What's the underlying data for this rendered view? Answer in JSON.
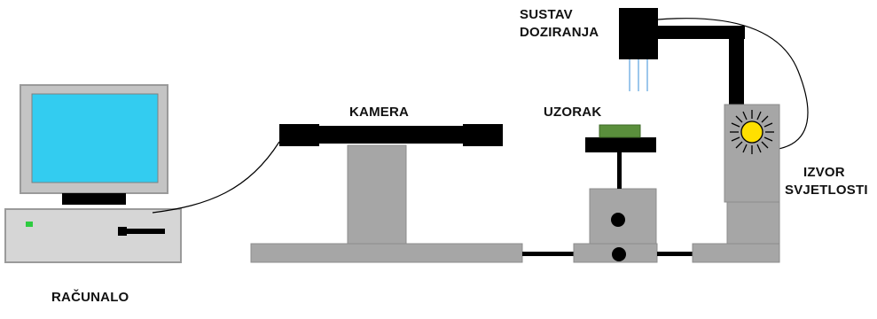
{
  "labels": {
    "dosing_system_line1": "SUSTAV",
    "dosing_system_line2": "DOZIRANJA",
    "camera": "KAMERA",
    "sample": "UZORAK",
    "light_source_line1": "IZVOR",
    "light_source_line2": "SVJETLOSTI",
    "computer": "RAČUNALO"
  },
  "colors": {
    "black": "#000000",
    "gray_block": "#a6a6a6",
    "gray_stroke": "#8c8c8c",
    "monitor_frame": "#c4c4c4",
    "screen": "#33ccf0",
    "sample_green": "#5a8f3c",
    "sun_yellow": "#ffe000",
    "indicator_green": "#2ecc40",
    "needle_blue": "#7bb4e6"
  },
  "icons": {
    "computer": "desktop-computer-icon",
    "light": "sun-icon"
  }
}
